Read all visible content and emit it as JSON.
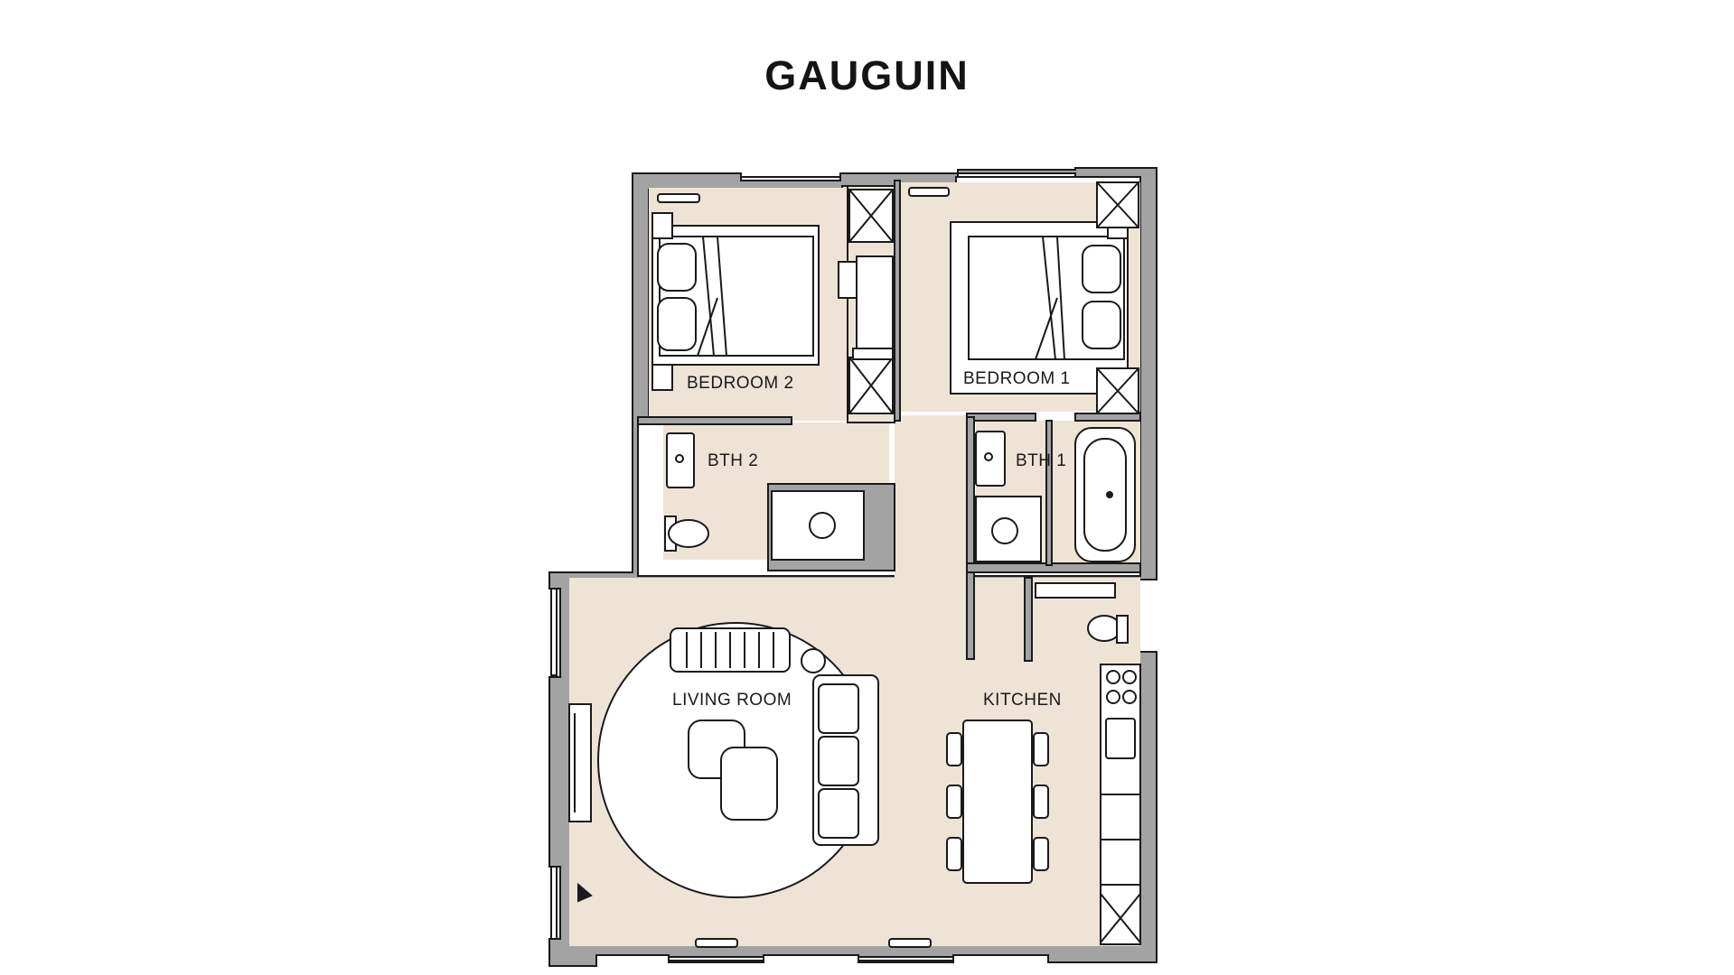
{
  "title": "GAUGUIN",
  "rooms": {
    "bedroom_2": "BEDROOM 2",
    "bedroom_1": "BEDROOM 1",
    "bath_2": "BTH 2",
    "bath_1": "BTH 1",
    "living_room": "LIVING ROOM",
    "kitchen": "KITCHEN"
  },
  "colors": {
    "floor": "#ede4d6",
    "wall": "#a3a3a3",
    "line": "#1a1a1a",
    "background": "#ffffff"
  }
}
